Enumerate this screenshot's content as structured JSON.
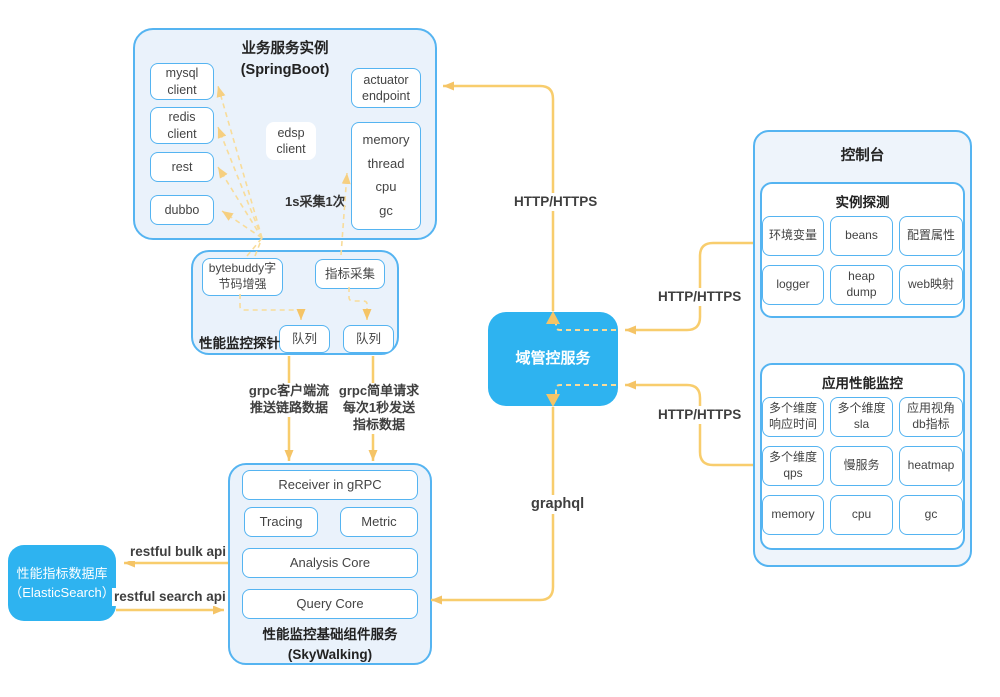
{
  "springboot": {
    "title": "业务服务实例",
    "subtitle": "(SpringBoot)",
    "clients": [
      "mysql client",
      "redis client",
      "rest",
      "dubbo"
    ],
    "edsp": "edsp client",
    "actuator": "actuator endpoint",
    "metrics": [
      "memory",
      "thread",
      "cpu",
      "gc"
    ],
    "sample_note": "1s采集1次"
  },
  "probe": {
    "label": "性能监控探针",
    "bytecode": "bytebuddy字节码增强",
    "collector": "指标采集",
    "queues": [
      "队列",
      "队列"
    ]
  },
  "skywalking": {
    "receiver": "Receiver in gRPC",
    "tracing": "Tracing",
    "metric": "Metric",
    "analysis": "Analysis Core",
    "query": "Query Core",
    "label": "性能监控基础组件服务",
    "sublabel": "(SkyWalking)"
  },
  "elasticsearch": {
    "line1": "性能指标数据库",
    "line2": "（ElasticSearch）"
  },
  "domain_service": {
    "label": "域管控服务"
  },
  "console": {
    "title": "控制台",
    "instance_probe": {
      "title": "实例探测",
      "items": [
        "环境变量",
        "beans",
        "配置属性",
        "logger",
        "heap dump",
        "web映射"
      ]
    },
    "apm": {
      "title": "应用性能监控",
      "items": [
        "多个维度响应时间",
        "多个维度sla",
        "应用视角db指标",
        "多个维度qps",
        "慢服务",
        "heatmap",
        "memory",
        "cpu",
        "gc"
      ]
    }
  },
  "edges": {
    "http_to_springboot": "HTTP/HTTPS",
    "http_console_top": "HTTP/HTTPS",
    "http_console_bottom": "HTTP/HTTPS",
    "graphql": "graphql",
    "grpc_stream": "grpc客户端流\n推送链路数据",
    "grpc_simple": "grpc简单请求\n每次1秒发送\n指标数据",
    "restful_bulk": "restful bulk api",
    "restful_search": "restful search api"
  },
  "colors": {
    "accent_blue": "#2eb3f0",
    "box_fill": "#eaf2fb",
    "box_border": "#55b4f1",
    "arrow_solid": "#f8cd6d",
    "arrow_dashed": "#f8dc9a"
  }
}
